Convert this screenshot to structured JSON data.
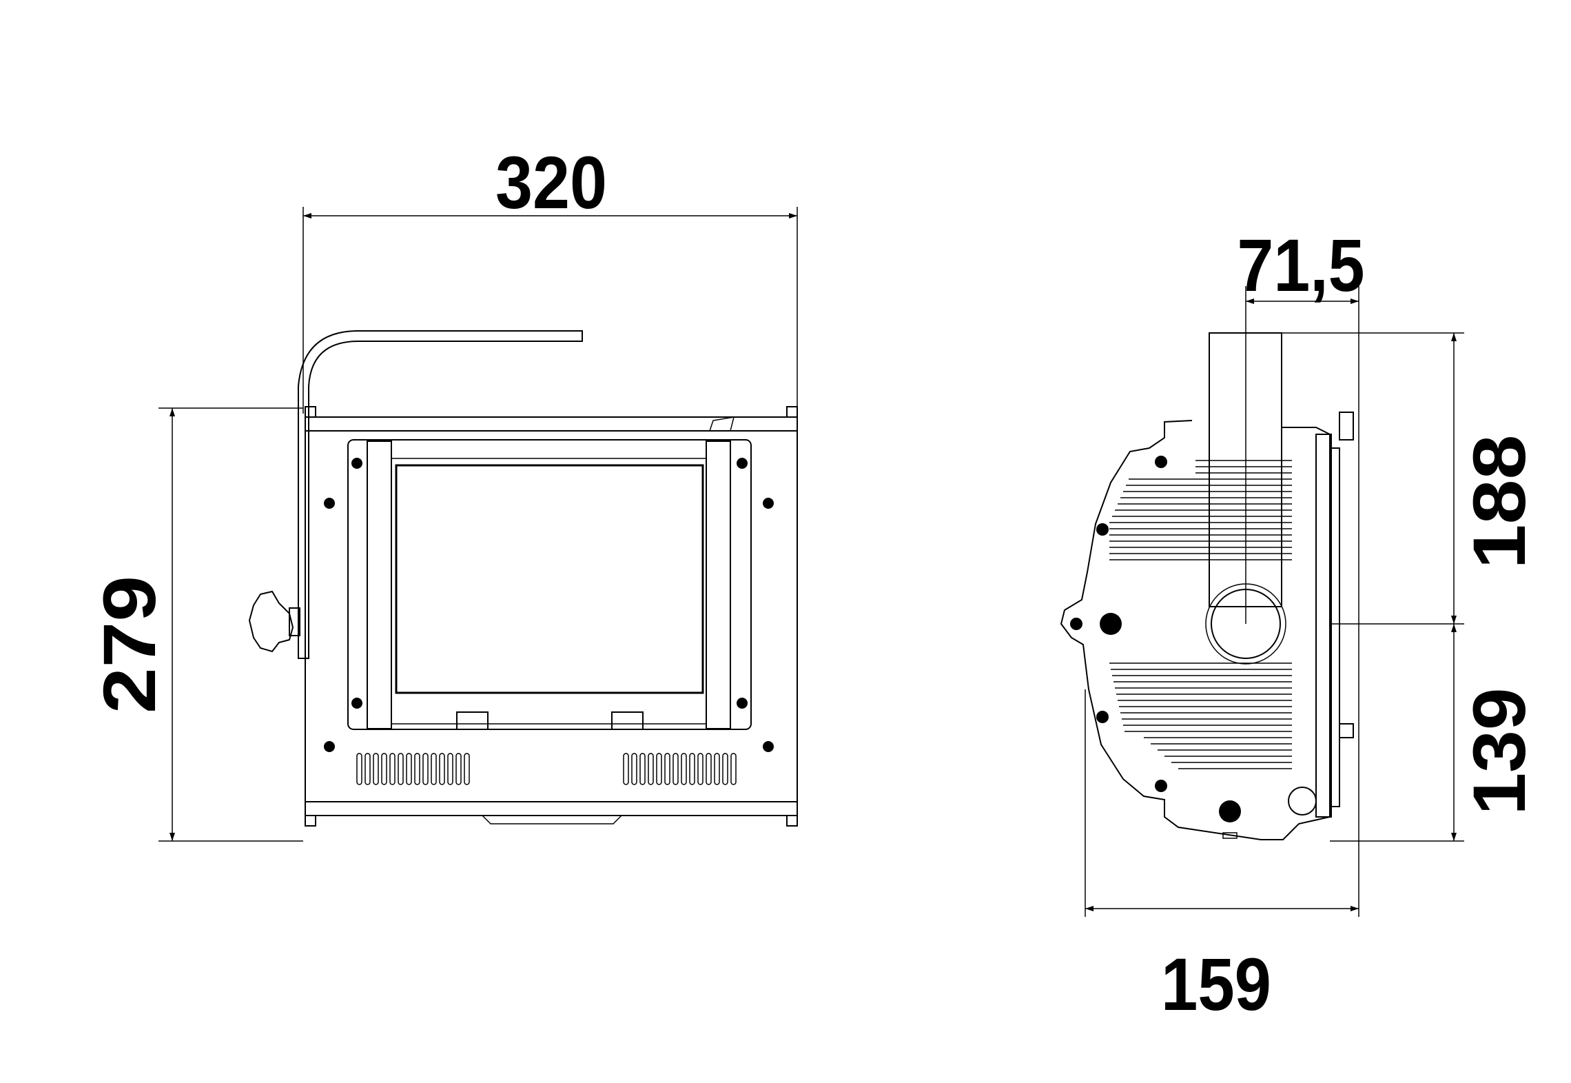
{
  "dimensions": {
    "front_width": "320",
    "front_height": "279",
    "side_depth": "159",
    "side_offset": "71,5",
    "side_upper": "188",
    "side_lower": "139"
  },
  "colors": {
    "line": "#000000",
    "background": "#ffffff"
  }
}
